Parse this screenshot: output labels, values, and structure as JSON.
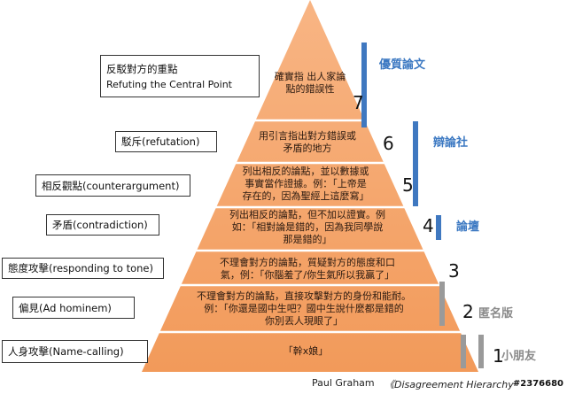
{
  "levels": [
    {
      "number": "7",
      "label_zh": "反駁對方的重點",
      "label_en": "Refuting the Central Point",
      "desc": "確實指 出人家論\n點的錯誤性"
    },
    {
      "number": "6",
      "label": "駁斥(refutation)",
      "desc": "用引言指出對方錯誤或\n矛盾的地方"
    },
    {
      "number": "5",
      "label": "相反觀點(counterargument)",
      "desc": "列出相反的論點，並以數據或\n事實當作證據。例：「上帝是\n存在的，因為聖經上這麼寫」"
    },
    {
      "number": "4",
      "label": "矛盾(contradiction)",
      "desc": "列出相反的論點，但不加以證實。例\n如：「相對論是錯的，因為我同學說\n那是錯的」"
    },
    {
      "number": "3",
      "label": "態度攻擊(responding to tone)",
      "desc": "不理會對方的論點，質疑對方的態度和口\n氣，例：「你腦羞了/你生氣所以我贏了」"
    },
    {
      "number": "2",
      "label": "偏見(Ad hominem)",
      "desc": "不理會對方的論點，直接攻擊對方的身份和能耐。\n例：「你還是國中生吧？國中生說什麼都是錯的\n你別丟人現眼了」"
    },
    {
      "number": "1",
      "label": "人身攻擊(Name-calling)",
      "desc": "「幹x娘」"
    }
  ],
  "groups": [
    {
      "label": "優質論文",
      "color": "#3b78c2"
    },
    {
      "label": "辯論社",
      "color": "#3b78c2"
    },
    {
      "label": "論壇",
      "color": "#3b78c2"
    },
    {
      "label": "匿名版",
      "color": "#8a8a8a"
    },
    {
      "label": "小朋友",
      "color": "#8a8a8a"
    }
  ],
  "footer": {
    "author": "Paul Graham",
    "title": "《Disagreement Hierarchy",
    "watermark": "#2376680"
  },
  "colors": {
    "pyramid": "#f5a76f",
    "pyramid_top": "#f7b27f",
    "divider": "#ffffff",
    "blue_bar": "#3f78c0",
    "gray_bar": "#8f8f8f"
  }
}
